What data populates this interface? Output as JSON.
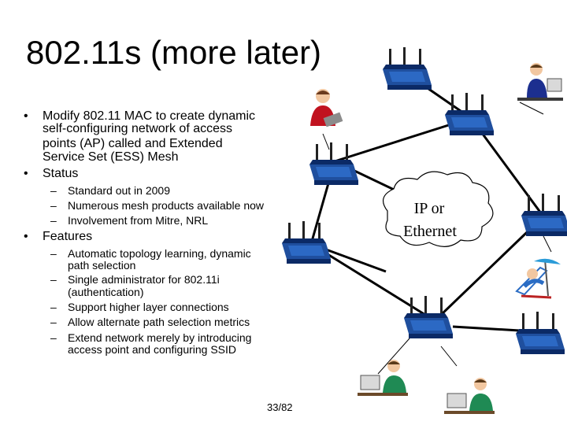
{
  "slide": {
    "title": "802.11s (more later)",
    "bullets": [
      {
        "text_lines": [
          "Modify 802.11 MAC to create dynamic",
          "self-configuring network of access",
          "points (AP) called and Extended",
          "Service Set (ESS) Mesh"
        ]
      },
      {
        "text_lines": [
          "Status"
        ]
      },
      {
        "text_lines": [
          "Features"
        ]
      }
    ],
    "status_items": [
      [
        "Standard out in 2009"
      ],
      [
        "Numerous mesh products available now"
      ],
      [
        "Involvement from Mitre, NRL"
      ]
    ],
    "feature_items": [
      [
        "Automatic topology learning, dynamic",
        "path selection"
      ],
      [
        "Single administrator for 802.11i",
        "(authentication)"
      ],
      [
        "Support higher layer connections"
      ],
      [
        "Allow alternate path selection metrics"
      ],
      [
        "Extend network merely by introducing",
        "access point and configuring SSID"
      ]
    ],
    "bullet_symbol": "•",
    "dash_symbol": "–",
    "page_number": "33/82"
  },
  "diagram": {
    "cloud_label_line1": "IP or",
    "cloud_label_line2": "Ethernet",
    "router_color": "#1f4f9e",
    "router_dark": "#0b2a66",
    "link_color": "#000000",
    "clipart_icons": [
      "person-laptop-icon",
      "person-desk-icon",
      "person-beach-icon",
      "person-computer-icon",
      "router-icon"
    ]
  }
}
